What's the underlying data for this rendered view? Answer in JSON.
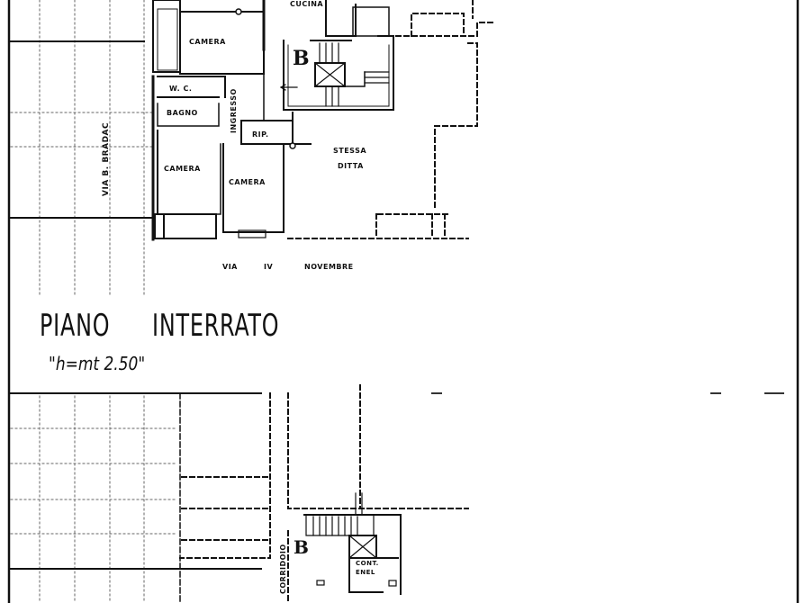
{
  "drawing": {
    "title_word1": "PIANO",
    "title_word2": "INTERRATO",
    "height_note": "\"h=mt 2.50\"",
    "line_color": "#111111",
    "background": "#ffffff"
  },
  "rooms": {
    "cucina": "CUCINA",
    "camera_top": "CAMERA",
    "wc": "W. C.",
    "bagno": "BAGNO",
    "ingresso": "INGRESSO",
    "rip": "RIP.",
    "camera_left": "CAMERA",
    "camera_mid": "CAMERA",
    "stessa_ditta_1": "STESSA",
    "stessa_ditta_2": "DITTA",
    "corridoio": "CORRIDOIO",
    "cont_enel_1": "CONT.",
    "cont_enel_2": "ENEL"
  },
  "streets": {
    "via_bradac": "VIA  B.  BRADAC",
    "via_iv_novembre_1": "VIA",
    "via_iv_novembre_2": "IV",
    "via_iv_novembre_3": "NOVEMBRE"
  },
  "symbols": {
    "stair_mark_top": "B",
    "stair_mark_bottom": "B"
  }
}
